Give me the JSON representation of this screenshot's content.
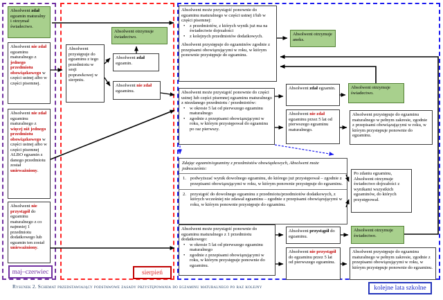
{
  "regions": {
    "maj": {
      "label": "maj–czerwiec"
    },
    "sierpien": {
      "label": "sierpień"
    },
    "kolejne": {
      "label": "kolejne lata szkolne"
    }
  },
  "caption": "Rysunek 2. Schemat przedstawiający podstawowe zasady przystępowania do egzaminu maturalnego po raz kolejny",
  "colors": {
    "green_fill": "#a8d08d",
    "green_border": "#538135",
    "box_border": "#3b3b3b",
    "red_text": "#c00000",
    "purple_accent": "#7030a0",
    "red_accent": "#ff2020",
    "dark_red_accent": "#c00000",
    "blue_accent": "#1a1aee",
    "caption_color": "#17365d"
  },
  "boxes": {
    "l1": {
      "paras": [
        {
          "seg": [
            {
              "t": "Absolwent "
            },
            {
              "t": "zdał",
              "c": "b"
            },
            {
              "t": " egzamin maturalny i otrzymał świadectwo."
            }
          ]
        }
      ]
    },
    "l2": {
      "paras": [
        {
          "seg": [
            {
              "t": "Absolwent "
            },
            {
              "t": "nie zdał",
              "c": "red"
            },
            {
              "t": " egzaminu maturalnego z "
            },
            {
              "t": "jednego przedmiotu obowiązkowego",
              "c": "red"
            },
            {
              "t": " w części ustnej albo w części pisemnej."
            }
          ]
        }
      ]
    },
    "l3": {
      "paras": [
        {
          "seg": [
            {
              "t": "Absolwent "
            },
            {
              "t": "nie zdał",
              "c": "red"
            },
            {
              "t": " egzaminu maturalnego z "
            },
            {
              "t": "więcej niż jednego przedmiotu obowiązkowego",
              "c": "red"
            },
            {
              "t": " w części ustnej albo w części pisemnej ALBO egzamin z danego przedmiotu został "
            },
            {
              "t": "unieważniony",
              "c": "red"
            },
            {
              "t": "."
            }
          ]
        }
      ]
    },
    "l4": {
      "paras": [
        {
          "seg": [
            {
              "t": "Absolwent "
            },
            {
              "t": "nie przystąpił",
              "c": "red"
            },
            {
              "t": " do egzaminu maturalnego z co najmniej 1 przedmiotu dodatkowego lub egzamin ten został "
            },
            {
              "t": "unieważniony",
              "c": "red"
            },
            {
              "t": "."
            }
          ]
        }
      ]
    },
    "m1": {
      "paras": [
        {
          "seg": [
            {
              "t": "Absolwent przystępuje do egzaminu z tego przedmiotu w sesji poprawkowej w sierpniu."
            }
          ]
        }
      ]
    },
    "m2": {
      "paras": [
        {
          "seg": [
            {
              "t": "Absolwent otrzymuje świadectwo."
            }
          ]
        }
      ]
    },
    "m3": {
      "paras": [
        {
          "seg": [
            {
              "t": "Absolwent "
            },
            {
              "t": "zdał",
              "c": "b"
            },
            {
              "t": " egzamin."
            }
          ]
        }
      ]
    },
    "m4": {
      "paras": [
        {
          "seg": [
            {
              "t": "Absolwent "
            },
            {
              "t": "nie zdał",
              "c": "red"
            },
            {
              "t": " egzaminu."
            }
          ]
        }
      ]
    },
    "r1": {
      "paras": [
        {
          "seg": [
            {
              "t": "Absolwent może przystąpić ponownie do egzaminu maturalnego w części ustnej i/lub w części pisemnej:"
            }
          ]
        },
        {
          "style": "li",
          "marker": "•",
          "seg": [
            {
              "t": "z przedmiotów, z których wynik już ma na świadectwie dojrzałości"
            }
          ]
        },
        {
          "style": "li",
          "marker": "•",
          "seg": [
            {
              "t": "z kolejnych przedmiotów dodatkowych."
            }
          ]
        },
        {
          "style": "gap",
          "seg": [
            {
              "t": "Absolwent przystępuje do egzaminów zgodnie z przepisami obowiązującymi w roku, w którym ponownie przystępuje do egzaminu."
            }
          ]
        }
      ]
    },
    "r1a": {
      "paras": [
        {
          "seg": [
            {
              "t": "Absolwent otrzymuje aneks."
            }
          ]
        }
      ]
    },
    "r2": {
      "paras": [
        {
          "seg": [
            {
              "t": "Absolwent może przystąpić ponownie do części ustnej lub części pisemnej egzaminu maturalnego z niezdanego przedmiotu / przedmiotów:"
            }
          ]
        },
        {
          "style": "li",
          "marker": "•",
          "seg": [
            {
              "t": "w okresie 5 lat od pierwszego egzaminu maturalnego"
            }
          ]
        },
        {
          "style": "li",
          "marker": "•",
          "seg": [
            {
              "t": "zgodnie z przepisami obowiązującymi w roku, w którym przystępował do egzaminu po raz pierwszy."
            }
          ]
        }
      ]
    },
    "r2a": {
      "paras": [
        {
          "seg": [
            {
              "t": "Absolwent "
            },
            {
              "t": "zdał",
              "c": "b"
            },
            {
              "t": " egzamin."
            }
          ]
        }
      ]
    },
    "r2b": {
      "paras": [
        {
          "seg": [
            {
              "t": "Absolwent otrzymuje świadectwo."
            }
          ]
        }
      ]
    },
    "r2c": {
      "paras": [
        {
          "seg": [
            {
              "t": "Absolwent "
            },
            {
              "t": "nie zdał",
              "c": "red"
            },
            {
              "t": " egzaminu przez 5 lat od pierwszego egzaminu maturalnego."
            }
          ]
        }
      ]
    },
    "r2d": {
      "paras": [
        {
          "seg": [
            {
              "t": "Absolwent przystępuje do egzaminu maturalnego w pełnym zakresie, zgodnie z przepisami obowiązującymi w roku, w którym przystępuje ponownie do egzaminu."
            }
          ]
        }
      ]
    },
    "d_header": {
      "paras": [
        {
          "style": "it",
          "seg": [
            {
              "t": "Zdając egzamin/egzaminy z przedmiotów obowiązkowych, Absolwent może jednocześnie:"
            }
          ]
        }
      ]
    },
    "d_item1": {
      "paras": [
        {
          "style": "num",
          "marker": "1.",
          "seg": [
            {
              "t": "podwyższać wynik dowolnego egzaminu, do którego już przystępował – zgodnie z przepisami obowiązującymi w roku, w którym ponownie przystępuje do egzaminu."
            }
          ]
        }
      ]
    },
    "d_item2": {
      "paras": [
        {
          "style": "num",
          "marker": "2.",
          "seg": [
            {
              "t": "przystąpić do dowolnego egzaminu z przedmiotu/przedmiotów dodatkowych, z których wcześniej nie zdawał egzaminu – zgodnie z przepisami obowiązującymi w roku, w którym ponownie przystępuje do egzaminu."
            }
          ]
        }
      ]
    },
    "r3": {
      "paras": [
        {
          "seg": [
            {
              "t": "Po zdaniu egzaminu, Absolwent otrzymuje świadectwo dojrzałości z wynikami wszystkich egzaminów, do których przystępował."
            }
          ]
        }
      ]
    },
    "r4": {
      "paras": [
        {
          "seg": [
            {
              "t": "Absolwent może przystąpić ponownie do egzaminu maturalnego z 1 przedmiotu dodatkowego:"
            }
          ]
        },
        {
          "style": "li",
          "marker": "•",
          "seg": [
            {
              "t": "w okresie 5 lat od pierwszego egzaminu maturalnego"
            }
          ]
        },
        {
          "style": "li",
          "marker": "•",
          "seg": [
            {
              "t": "zgodnie z przepisami obowiązującymi w roku, w którym przystępuje ponownie do egzaminu."
            }
          ]
        }
      ]
    },
    "r4a": {
      "paras": [
        {
          "seg": [
            {
              "t": "Absolwent "
            },
            {
              "t": "przystąpił",
              "c": "b"
            },
            {
              "t": " do egzaminu."
            }
          ]
        }
      ]
    },
    "r4b": {
      "paras": [
        {
          "seg": [
            {
              "t": "Absolwent otrzymuje świadectwo."
            }
          ]
        }
      ]
    },
    "r4c": {
      "paras": [
        {
          "seg": [
            {
              "t": "Absolwent "
            },
            {
              "t": "nie przystąpił",
              "c": "red"
            },
            {
              "t": " do egzaminu przez 5 lat od pierwszego egzaminu."
            }
          ]
        }
      ]
    },
    "r4d": {
      "paras": [
        {
          "seg": [
            {
              "t": "Absolwent przystępuje do egzaminu maturalnego w pełnym zakresie, zgodnie z przepisami obowiązującymi w roku, w którym przystępuje ponownie do egzaminu."
            }
          ]
        }
      ]
    }
  }
}
